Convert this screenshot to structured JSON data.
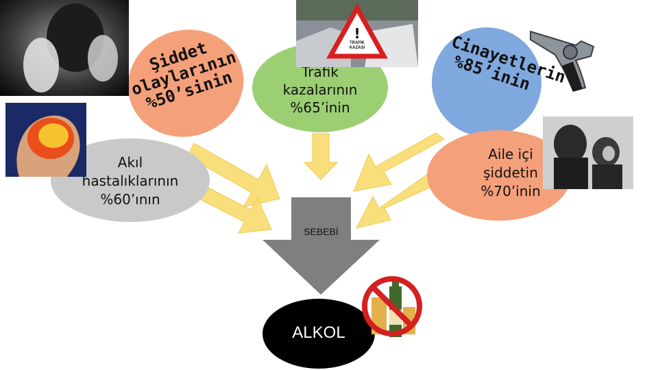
{
  "nodes": {
    "siddet": {
      "line1": "Şiddet",
      "line2": "olaylarının",
      "line3": "%50’sinin",
      "color": "#f4a07a"
    },
    "trafik": {
      "line1": "Trafik",
      "line2": "kazalarının",
      "line3": "%65’inin",
      "color": "#9ccf74"
    },
    "cinayet": {
      "line1": "Cinayetlerin",
      "line2": "%85’inin",
      "color": "#7fa8de"
    },
    "akil": {
      "line1": "Akıl",
      "line2": "hastalıklarının",
      "line3": "%60’ının",
      "color": "#c9c9c9"
    },
    "aile": {
      "line1": "Aile içi",
      "line2": "şiddetin",
      "line3": "%70’inin",
      "color": "#f4a07a"
    }
  },
  "center": {
    "sebebi": "SEBEBİ",
    "alkol": "ALKOL"
  },
  "images": {
    "trafik_sign": {
      "line1": "TRAFİK",
      "line2": "KAZASI"
    }
  },
  "colors": {
    "arrow_fill": "#f9de7c",
    "arrow_stroke": "#f2c94c",
    "down_arrow": "#7f7f7f",
    "no_sign": "#d42020"
  }
}
